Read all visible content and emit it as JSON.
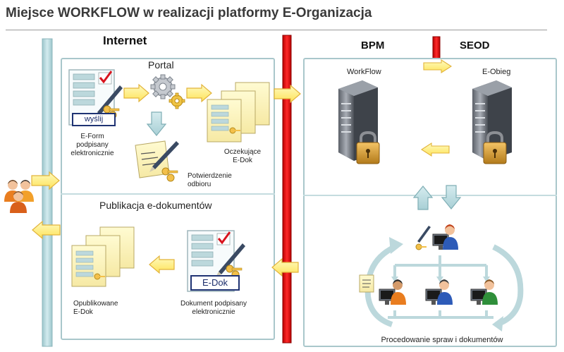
{
  "title": "Miejsce WORKFLOW w realizacji platformy E-Organizacja",
  "sections": {
    "internet": "Internet",
    "bpm": "BPM",
    "seod": "SEOD"
  },
  "portal": {
    "title": "Portal",
    "eform_button": "wyślij",
    "eform_caption": [
      "E-Form",
      "podpisany",
      "elektronicznie"
    ],
    "pending_caption": [
      "Oczekujące",
      "E-Dok"
    ],
    "confirmation_caption": [
      "Potwierdzenie",
      "odbioru"
    ]
  },
  "publication": {
    "title": "Publikacja e-dokumentów",
    "published_caption": [
      "Opublikowane",
      "E-Dok"
    ],
    "edok_button": "E-Dok",
    "signed_caption": [
      "Dokument podpisany",
      "elektronicznie"
    ]
  },
  "servers": {
    "workflow": "WorkFlow",
    "eobieg": "E-Obieg"
  },
  "process_caption": "Procedowanie spraw i dokumentów",
  "colors": {
    "panel_border": "#a9c7cb",
    "blue_bar": "#bfdfe3",
    "red_bar": "#e01010",
    "arrow_fill": "#fff170",
    "arrow_stroke": "#e2b33a"
  }
}
